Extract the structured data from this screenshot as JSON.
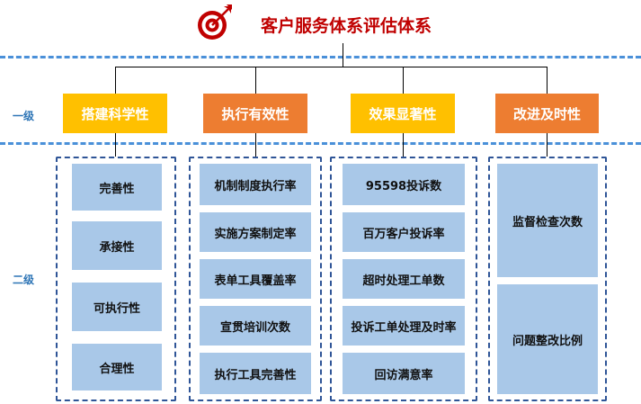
{
  "title": "客户服务体系评估体系",
  "levels": {
    "level1": "一级",
    "level2": "二级"
  },
  "categories": [
    {
      "label": "搭建科学性",
      "color": "#ffc000",
      "items": [
        "完善性",
        "承接性",
        "可执行性",
        "合理性"
      ]
    },
    {
      "label": "执行有效性",
      "color": "#ed7d31",
      "items": [
        "机制制度执行率",
        "实施方案制定率",
        "表单工具覆盖率",
        "宣贯培训次数",
        "执行工具完善性"
      ]
    },
    {
      "label": "效果显著性",
      "color": "#ffc000",
      "items": [
        "95598投诉数",
        "百万客户投诉率",
        "超时处理工单数",
        "投诉工单处理及时率",
        "回访满意率"
      ]
    },
    {
      "label": "改进及时性",
      "color": "#ed7d31",
      "items": [
        "监督检查次数",
        "问题整改比例"
      ]
    }
  ],
  "icon": "target-icon",
  "accent_colors": {
    "title": "#c00000",
    "dash": "#4a90d9",
    "box_border": "#2f5597",
    "item_fill": "#a9c8e8"
  }
}
